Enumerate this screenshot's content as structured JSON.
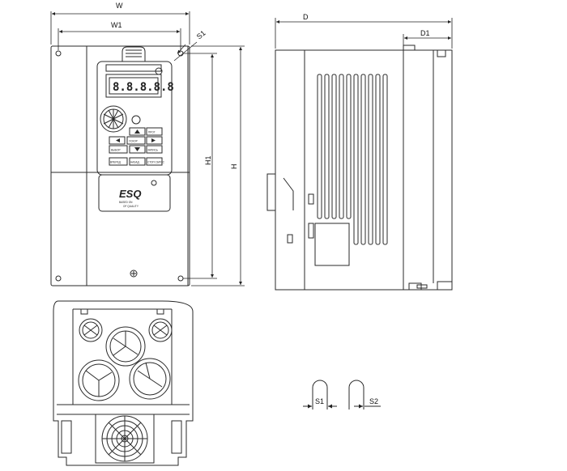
{
  "dimensions": {
    "w": "W",
    "w1": "W1",
    "s1_top": "S1",
    "h": "H",
    "h1": "H1",
    "d": "D",
    "d1": "D1",
    "s1_detail": "S1",
    "s2_detail": "S2"
  },
  "keypad": {
    "display": "8.8.8.8.8",
    "keys": [
      "ВЕРХ",
      "ПРОГ",
      "ВНИЗ",
      "ПУСК",
      "УСКОР",
      "ВЫБОР",
      "ЗАПИСЬ",
      "ВПЕРЕД",
      "НАЗАД",
      "СТОП СБРОС"
    ],
    "logo": "ESQ",
    "tagline_1": "BASED ON",
    "tagline_2": "OF QUALITY"
  },
  "colors": {
    "line": "#2a2a2a",
    "light_line": "#555555"
  }
}
